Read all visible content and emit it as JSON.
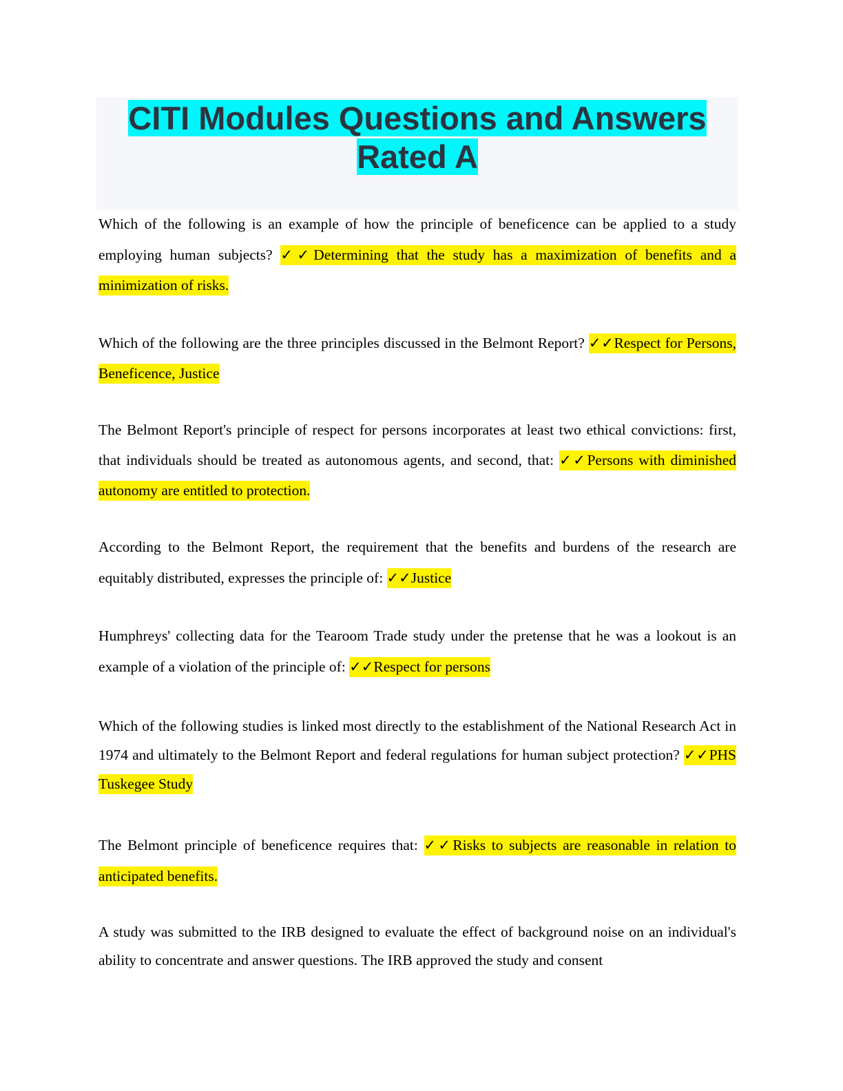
{
  "title": {
    "line1": "CITI Modules Questions and Answers",
    "line2": "Rated A"
  },
  "check_mark": "✓✓",
  "items": [
    {
      "question": "Which of the following is an example of how the principle of beneficence can be applied to a study employing human subjects?",
      "answer": "Determining that the study has a maximization of benefits and a minimization of risks."
    },
    {
      "question": "Which of the following are the three principles discussed in the Belmont Report?",
      "answer": "Respect for Persons, Beneficence, Justice"
    },
    {
      "question": "The Belmont Report's principle of respect for persons incorporates at least two ethical convictions: first, that individuals should be treated as autonomous agents, and second, that:",
      "answer": "Persons with diminished autonomy are entitled to protection."
    },
    {
      "question": "According to the Belmont Report, the requirement that the benefits and burdens of the research are equitably distributed, expresses the principle of:",
      "answer": "Justice"
    },
    {
      "question": "Humphreys' collecting data for the Tearoom Trade study under the pretense that he was a lookout is an example of a violation of the principle of:",
      "answer": "Respect for persons"
    },
    {
      "question": "Which of the following studies is linked most directly to the establishment of the National Research Act in 1974 and ultimately to the Belmont Report and federal regulations for human subject protection?",
      "answer": "PHS Tuskegee Study"
    },
    {
      "question": "The Belmont principle of beneficence requires that:",
      "answer": "Risks to subjects are reasonable in relation to anticipated benefits."
    },
    {
      "question": "A study was submitted to the IRB designed to evaluate the effect of background noise on an individual's ability to concentrate and answer questions. The IRB approved the study and consent",
      "answer": ""
    }
  ]
}
